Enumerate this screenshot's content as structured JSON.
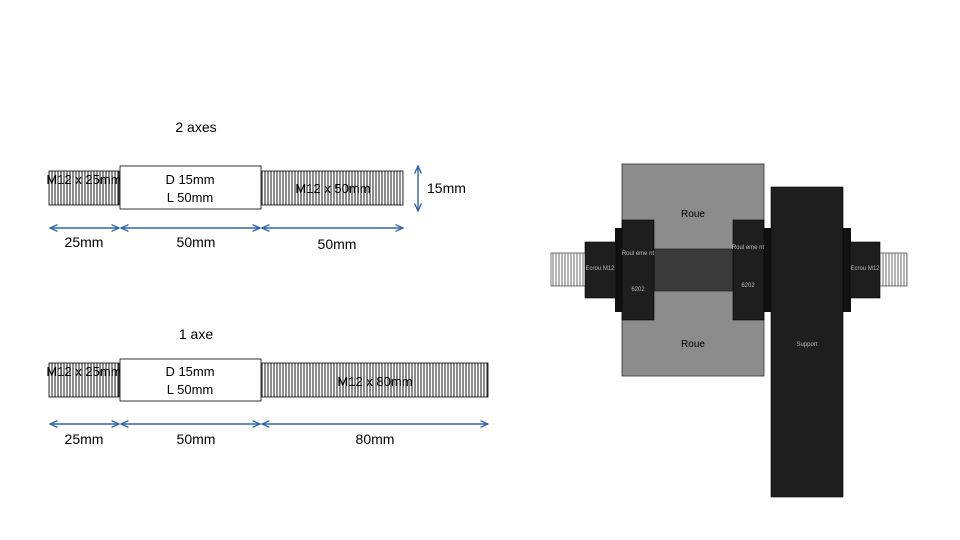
{
  "shaft_2_axes": {
    "title": "2 axes",
    "thread_left_label": "M12 x 25mm",
    "center_label_line1": "D 15mm",
    "center_label_line2": "L 50mm",
    "thread_right_label": "M12 x 50mm",
    "height_dim": "15mm",
    "dim_left": "25mm",
    "dim_center": "50mm",
    "dim_right": "50mm"
  },
  "shaft_1_axe": {
    "title": "1 axe",
    "thread_left_label": "M12 x 25mm",
    "center_label_line1": "D 15mm",
    "center_label_line2": "L 50mm",
    "thread_right_label": "M12 x 80mm",
    "dim_left": "25mm",
    "dim_center": "50mm",
    "dim_right": "80mm"
  },
  "assembly": {
    "wheel_top_label": "Roue",
    "wheel_bottom_label": "Roue",
    "bearing_left_label": "Roul eme nt",
    "bearing_left_code": "6202",
    "bearing_right_label": "Roul eme nt",
    "bearing_right_code": "6202",
    "nut_left_label": "Ecrou M12",
    "nut_right_label": "Ecrou M12",
    "support_label": "Support"
  },
  "colors": {
    "arrow": "#2e63b0",
    "wheel": "#8c8c8c",
    "dark": "#1e1e1e",
    "axle": "#3a3a3a"
  }
}
